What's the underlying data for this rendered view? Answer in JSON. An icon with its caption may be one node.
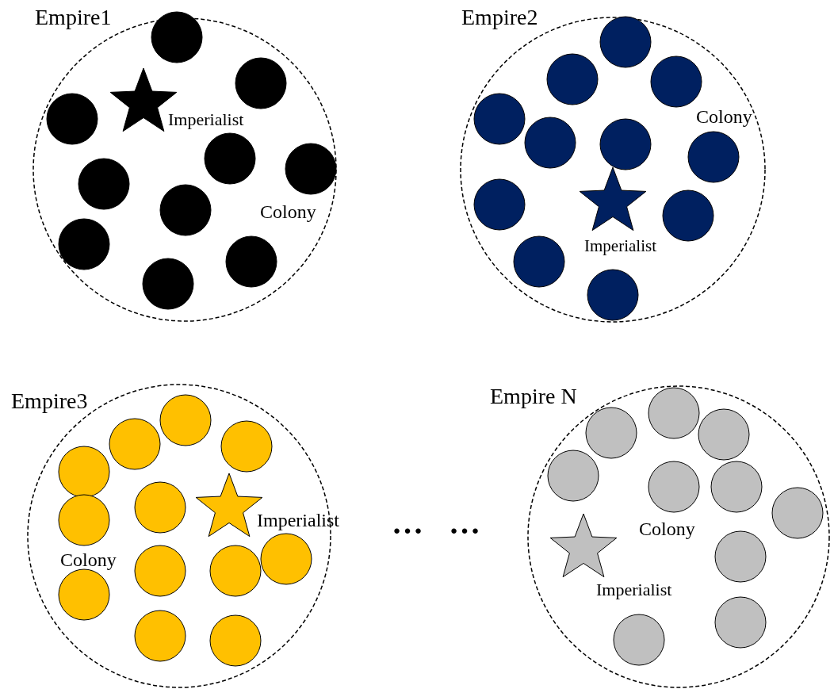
{
  "diagram": {
    "nodes": [
      {
        "text": [
          "Empire1",
          "Imperialist",
          "Colony"
        ]
      },
      {
        "text": [
          "Empire2",
          "Colony",
          "Imperialist"
        ]
      },
      {
        "text": [
          "Empire3",
          "Imperialist",
          "Colony"
        ]
      },
      {
        "text": [
          "Empire N",
          "Colony",
          "Imperialist"
        ]
      }
    ],
    "labels": [
      "…",
      "…"
    ]
  }
}
